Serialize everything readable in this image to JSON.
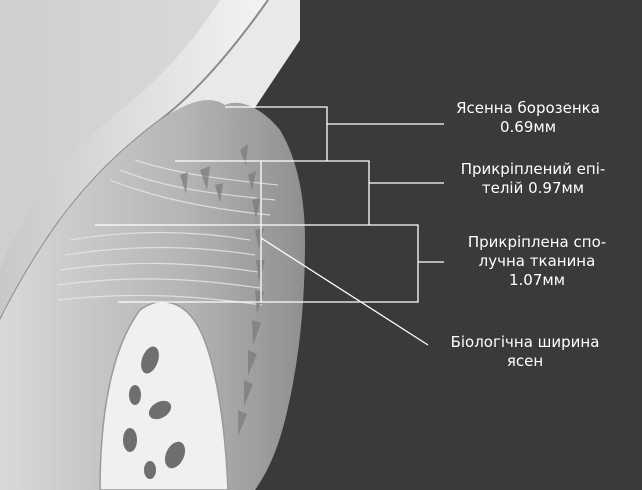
{
  "labels": {
    "gingival_sulcus": {
      "line1": "Ясенна борозенка",
      "line2": "0.69мм"
    },
    "junctional_epithelium": {
      "line1": "Прикріплений епі-",
      "line2": "телій 0.97мм"
    },
    "connective_tissue": {
      "line1": "Прикріплена спо-",
      "line2": "лучна тканина",
      "line3": "1.07мм"
    },
    "biologic_width": {
      "line1": "Біологічна ширина",
      "line2": "ясен"
    }
  },
  "colors": {
    "background": "#3a3a3a",
    "lines": "#ffffff",
    "tooth": "#f2f2f2",
    "gingiva": "#bfbfbf",
    "bone": "#d8d8d8"
  }
}
